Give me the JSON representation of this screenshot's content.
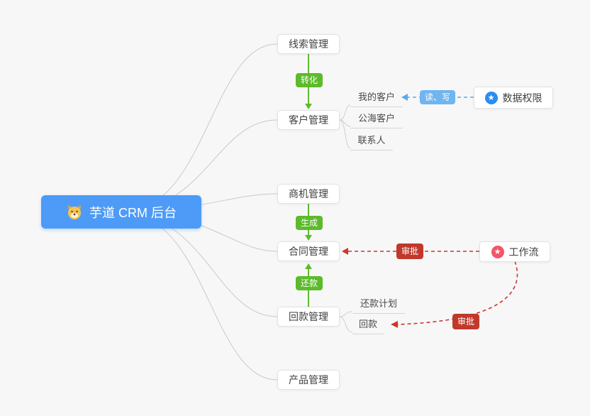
{
  "root": {
    "label": "芋道 CRM 后台"
  },
  "nodes": {
    "leads": {
      "label": "线索管理"
    },
    "customers": {
      "label": "客户管理"
    },
    "opportunities": {
      "label": "商机管理"
    },
    "contracts": {
      "label": "合同管理"
    },
    "receivables": {
      "label": "回款管理"
    },
    "products": {
      "label": "产品管理"
    }
  },
  "customer_children": {
    "my_customers": "我的客户",
    "public_customers": "公海客户",
    "contacts": "联系人"
  },
  "receivable_children": {
    "repayment_plan": "还款计划",
    "payment": "回款"
  },
  "edge_labels": {
    "convert": "转化",
    "generate": "生成",
    "repay": "还款",
    "read_write": "读、写",
    "approve_contract": "审批",
    "approve_payment": "审批"
  },
  "side_nodes": {
    "data_permission": {
      "label": "数据权限",
      "icon": "star"
    },
    "workflow": {
      "label": "工作流",
      "icon": "star"
    }
  },
  "icons": {
    "star_glyph": "★"
  },
  "colors": {
    "root_bg": "#4d9bf7",
    "tag_green": "#5cbb2a",
    "tag_red": "#c0392b",
    "tag_blue": "#6fb5f0",
    "dashed_red": "#d0342c",
    "dashed_blue": "#5ca8ee",
    "line_gray": "#c9c9c9",
    "badge_blue": "#2b8df0",
    "badge_pink": "#f2566a"
  }
}
